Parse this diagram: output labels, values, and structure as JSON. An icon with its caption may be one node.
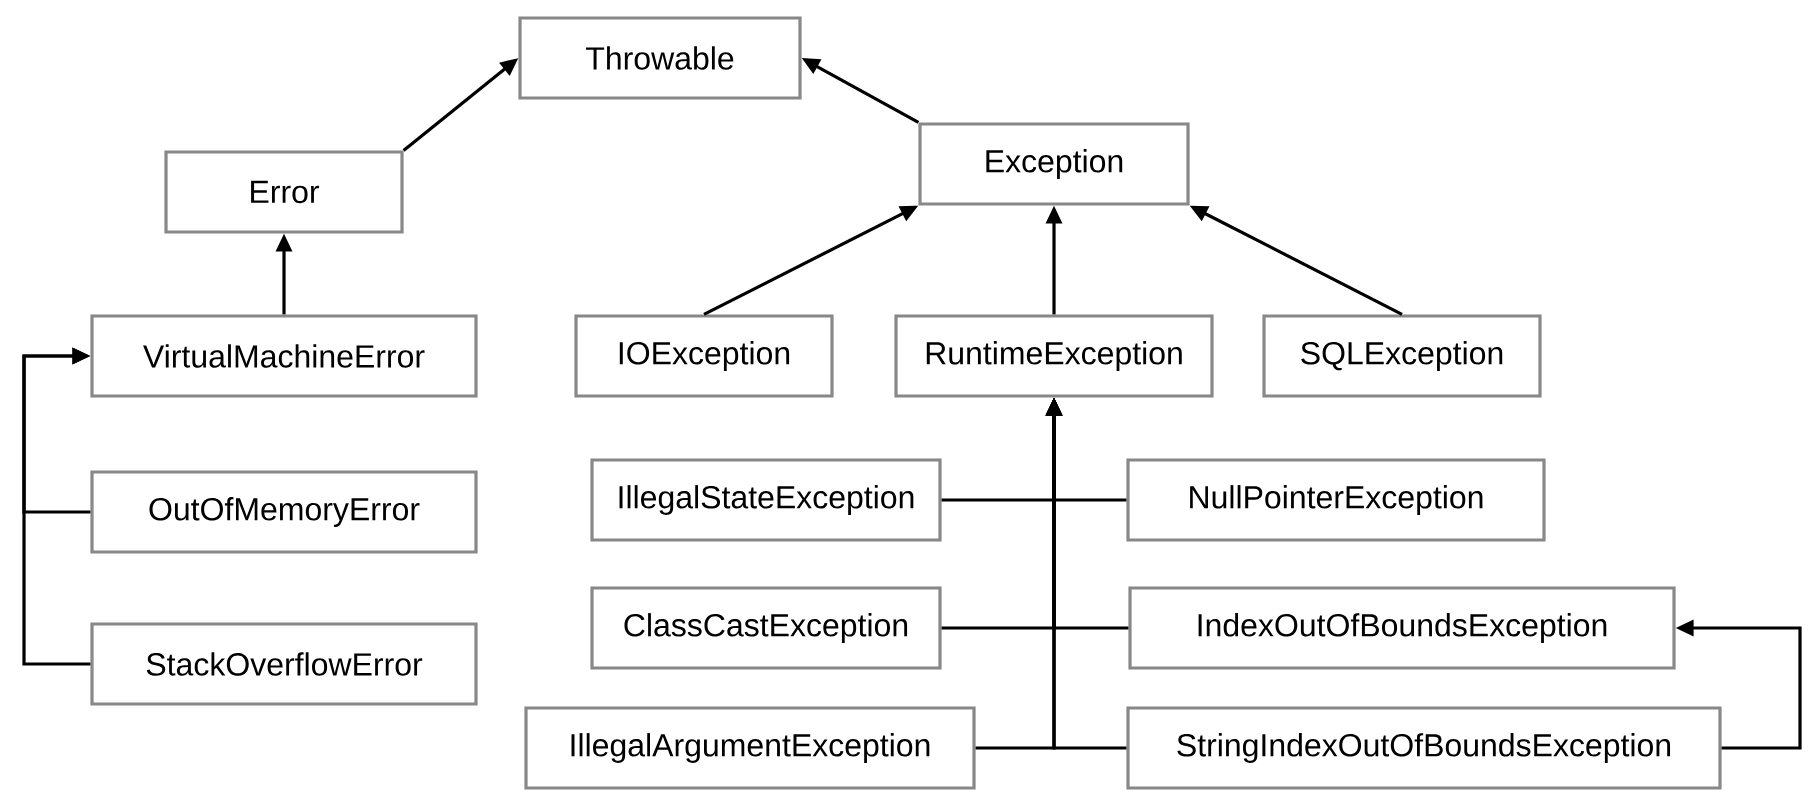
{
  "diagram": {
    "nodes": [
      {
        "text": [
          "Throwable"
        ]
      },
      {
        "text": [
          "Error"
        ]
      },
      {
        "text": [
          "Exception"
        ]
      },
      {
        "text": [
          "VirtualMachineError"
        ]
      },
      {
        "text": [
          "OutOfMemoryError"
        ]
      },
      {
        "text": [
          "StackOverflowError"
        ]
      },
      {
        "text": [
          "IOException"
        ]
      },
      {
        "text": [
          "RuntimeException"
        ]
      },
      {
        "text": [
          "SQLException"
        ]
      },
      {
        "text": [
          "IllegalStateException"
        ]
      },
      {
        "text": [
          "NullPointerException"
        ]
      },
      {
        "text": [
          "ClassCastException"
        ]
      },
      {
        "text": [
          "IndexOutOfBoundsException"
        ]
      },
      {
        "text": [
          "IllegalArgumentException"
        ]
      },
      {
        "text": [
          "StringIndexOutOfBoundsException"
        ]
      }
    ],
    "edges": [
      {
        "from": 1,
        "to": 0,
        "arrow": "to"
      },
      {
        "from": 2,
        "to": 0,
        "arrow": "to"
      },
      {
        "from": 3,
        "to": 1,
        "arrow": "to"
      },
      {
        "from": 4,
        "to": 3,
        "arrow": "to"
      },
      {
        "from": 5,
        "to": 3,
        "arrow": "to"
      },
      {
        "from": 6,
        "to": 2,
        "arrow": "to"
      },
      {
        "from": 7,
        "to": 2,
        "arrow": "to"
      },
      {
        "from": 8,
        "to": 2,
        "arrow": "to"
      },
      {
        "from": 9,
        "to": 7,
        "arrow": "to"
      },
      {
        "from": 10,
        "to": 7,
        "arrow": "to"
      },
      {
        "from": 11,
        "to": 7,
        "arrow": "to"
      },
      {
        "from": 12,
        "to": 7,
        "arrow": "to"
      },
      {
        "from": 13,
        "to": 7,
        "arrow": "to"
      },
      {
        "from": 14,
        "to": 7,
        "arrow": "to"
      },
      {
        "from": 14,
        "to": 12,
        "arrow": "to"
      }
    ]
  }
}
